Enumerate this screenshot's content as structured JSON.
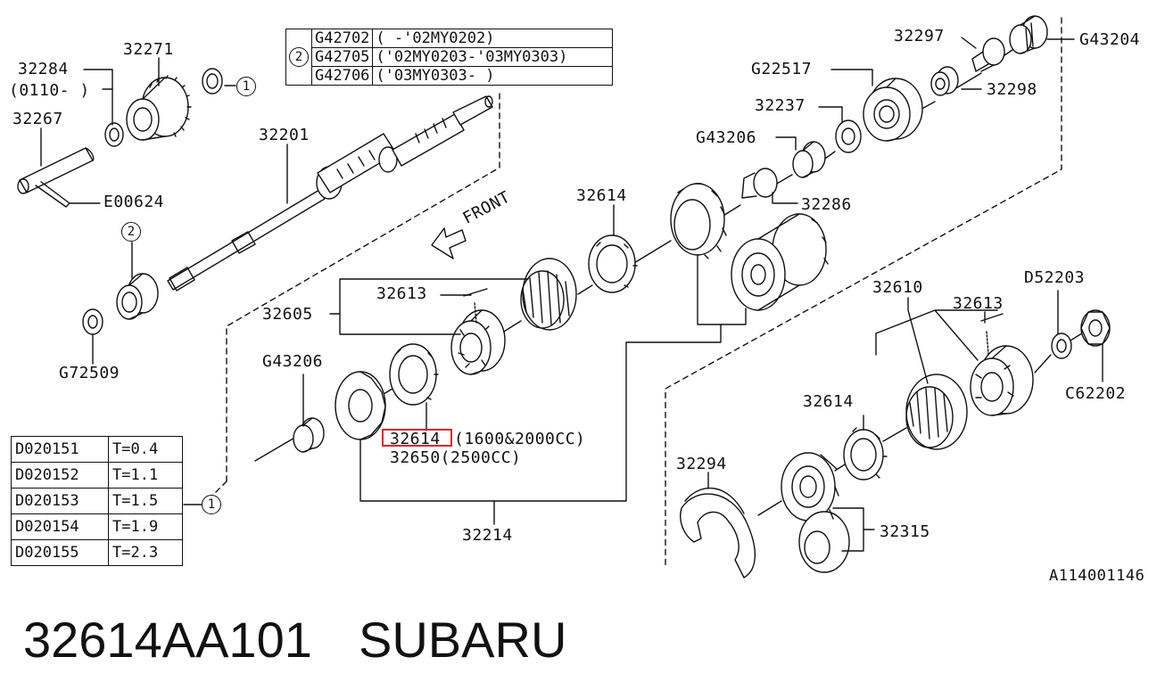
{
  "labels": {
    "p32284": "32284",
    "p32284_note": "(0110-   )",
    "p32271": "32271",
    "p32267": "32267",
    "pE00624": "E00624",
    "p32201": "32201",
    "pG72509": "G72509",
    "pFront": "FRONT",
    "p32614_top": "32614",
    "p32613_left": "32613",
    "p32605": "32605",
    "pG43206_left": "G43206",
    "p32614_sel": "32614",
    "p32614_sel_note": "(1600&2000CC)",
    "p32650": "32650(2500CC)",
    "p32214": "32214",
    "p32297": "32297",
    "pG43204": "G43204",
    "pG22517": "G22517",
    "p32298": "32298",
    "p32237": "32237",
    "pG43206_right": "G43206",
    "p32286": "32286",
    "pD52203": "D52203",
    "p32610": "32610",
    "p32613_right": "32613",
    "pC62202": "C62202",
    "p32614_right": "32614",
    "p32294": "32294",
    "p32315": "32315",
    "diagram_code": "A114001146"
  },
  "callouts": {
    "one": "1",
    "two": "2"
  },
  "model_table": {
    "marker": "2",
    "rows": [
      {
        "part": "G42702",
        "range": "(      -'02MY0202)"
      },
      {
        "part": "G42705",
        "range": "('02MY0203-'03MY0303)"
      },
      {
        "part": "G42706",
        "range": "('03MY0303-      )"
      }
    ]
  },
  "shim_table": {
    "marker": "1",
    "rows": [
      {
        "part": "D020151",
        "thickness": "T=0.4"
      },
      {
        "part": "D020152",
        "thickness": "T=1.1"
      },
      {
        "part": "D020153",
        "thickness": "T=1.5"
      },
      {
        "part": "D020154",
        "thickness": "T=1.9"
      },
      {
        "part": "D020155",
        "thickness": "T=2.3"
      }
    ]
  },
  "footer": {
    "part_number": "32614AA101",
    "brand": "SUBARU"
  },
  "colors": {
    "ink": "#111111",
    "highlight": "#e02424",
    "background": "#ffffff"
  }
}
